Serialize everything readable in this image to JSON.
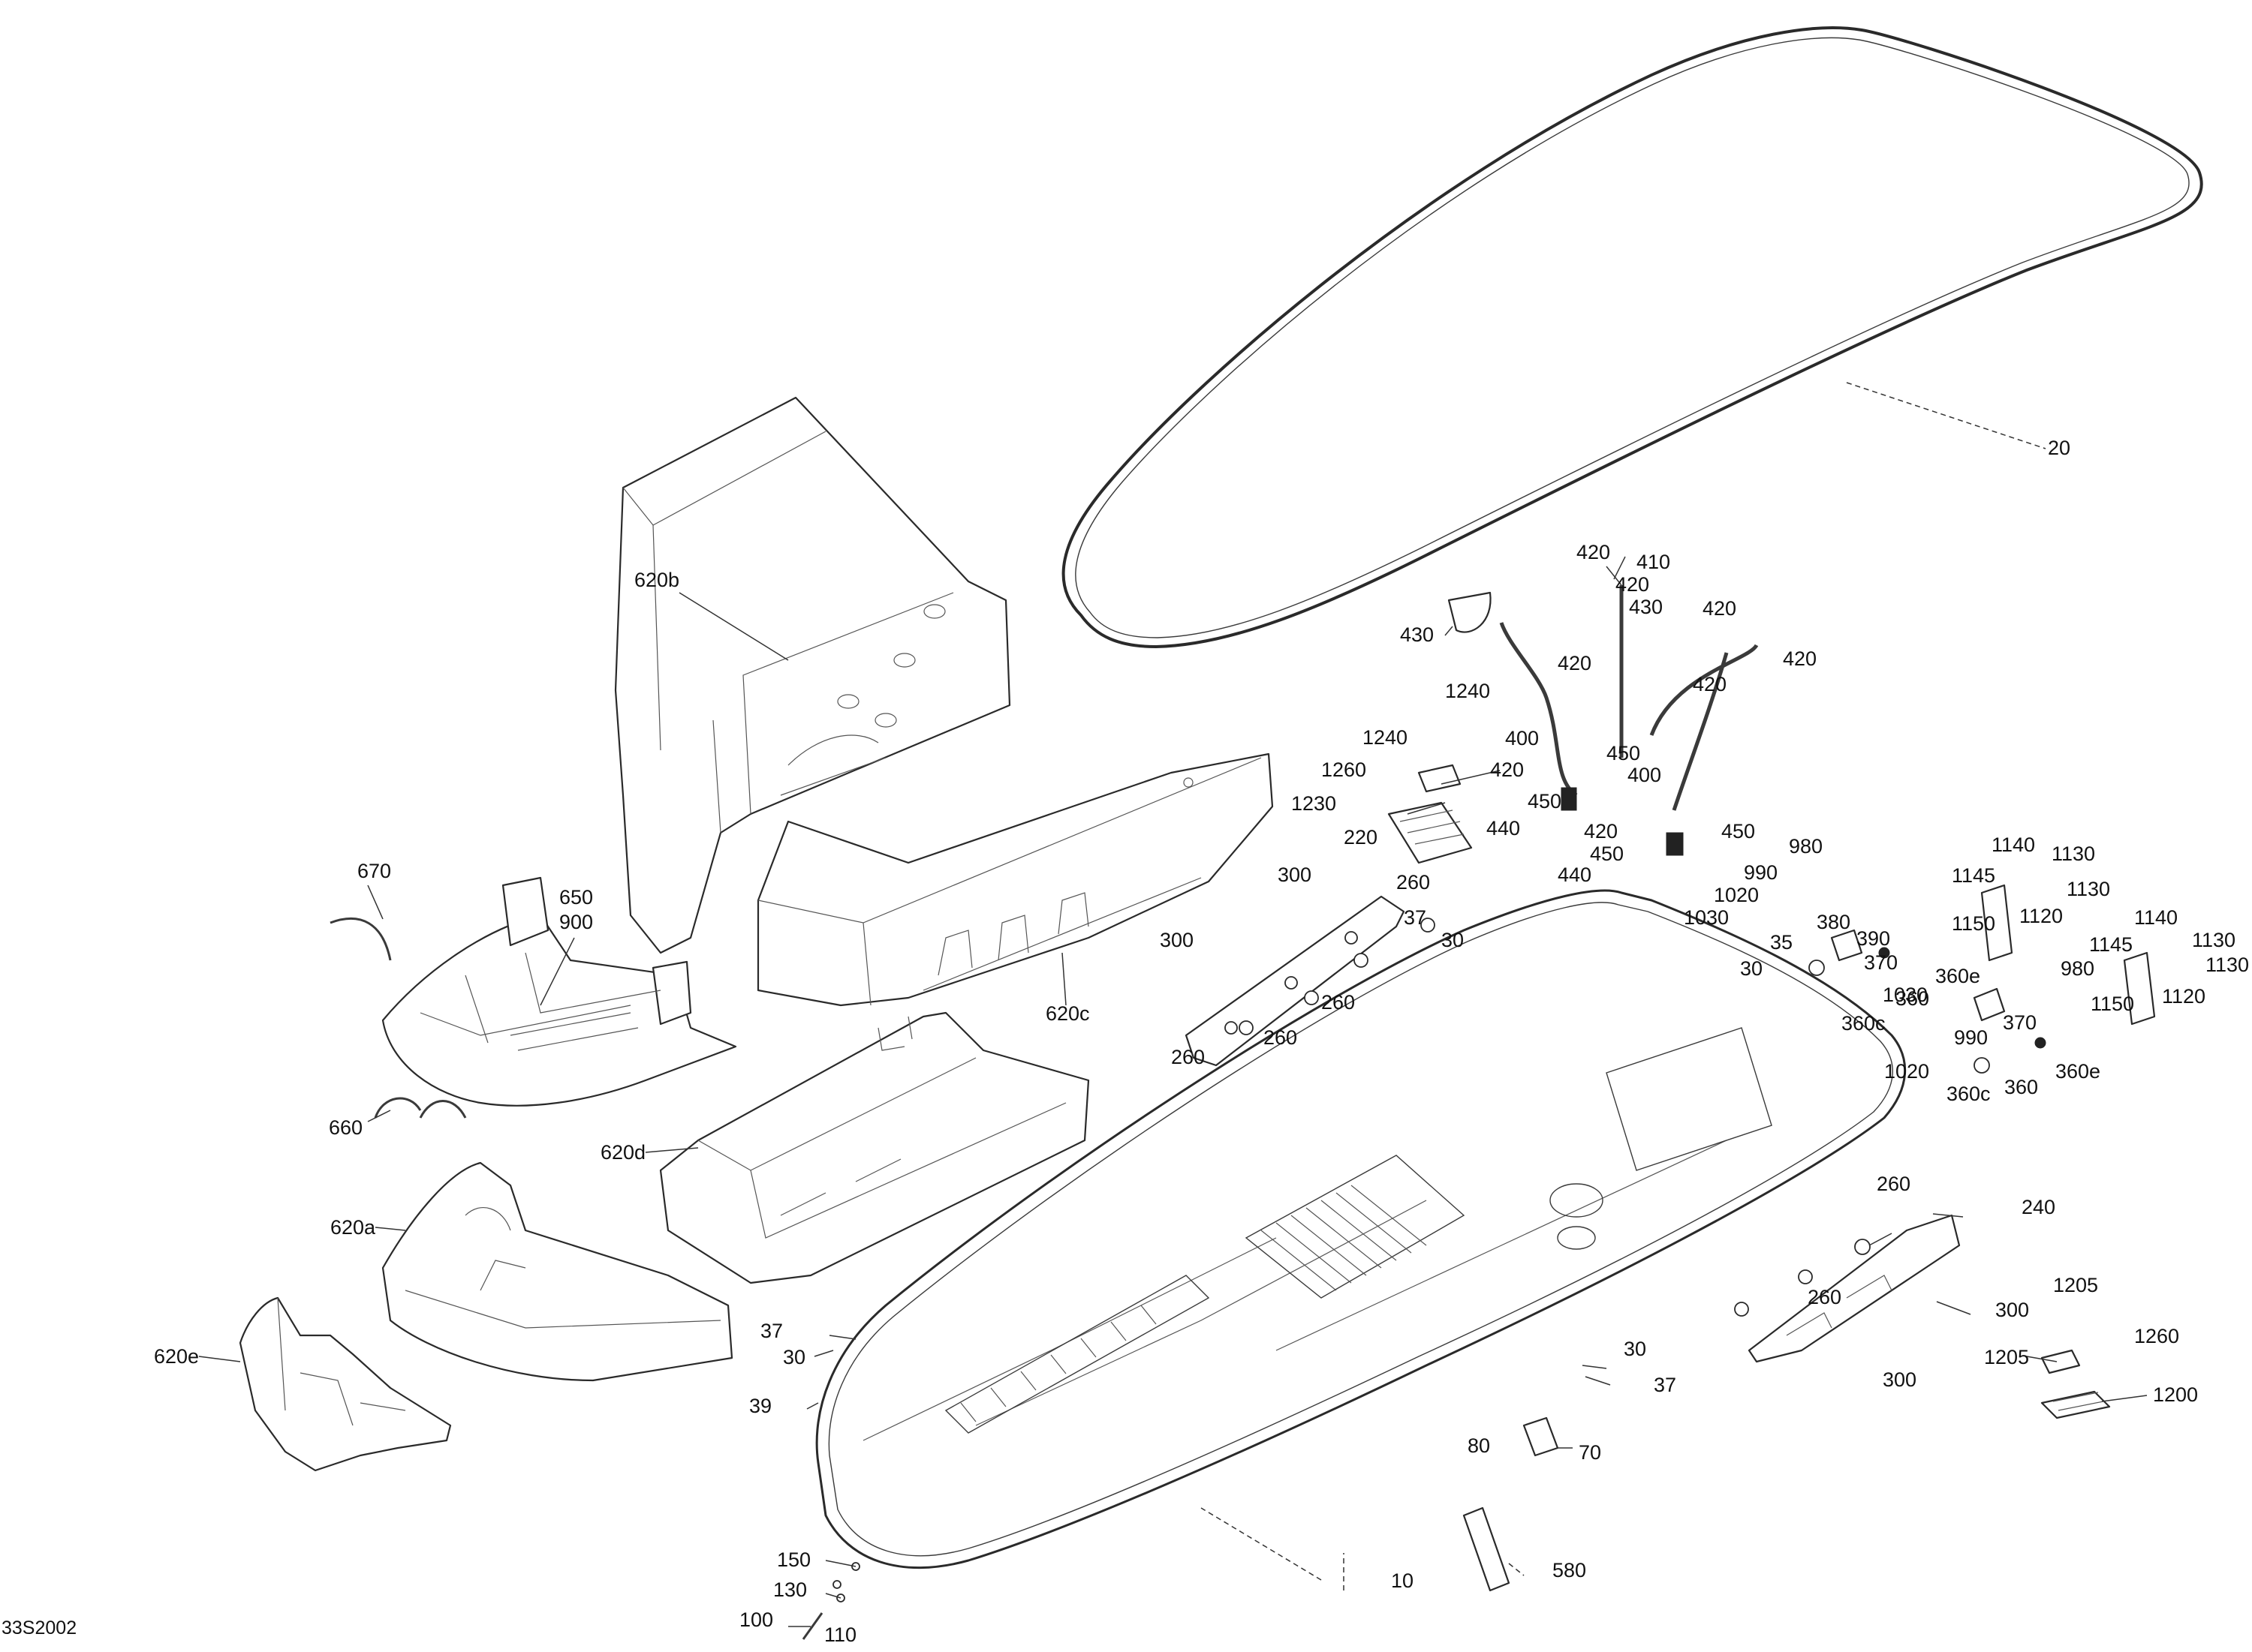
{
  "diagram_ref": "33S2002",
  "callouts": [
    {
      "label": "20"
    },
    {
      "label": "620b"
    },
    {
      "label": "670"
    },
    {
      "label": "650"
    },
    {
      "label": "900"
    },
    {
      "label": "660"
    },
    {
      "label": "620c"
    },
    {
      "label": "620d"
    },
    {
      "label": "620a"
    },
    {
      "label": "620e"
    },
    {
      "label": "420"
    },
    {
      "label": "410"
    },
    {
      "label": "420"
    },
    {
      "label": "430"
    },
    {
      "label": "430"
    },
    {
      "label": "420"
    },
    {
      "label": "420"
    },
    {
      "label": "420"
    },
    {
      "label": "420"
    },
    {
      "label": "400"
    },
    {
      "label": "450"
    },
    {
      "label": "400"
    },
    {
      "label": "1240"
    },
    {
      "label": "1240"
    },
    {
      "label": "420"
    },
    {
      "label": "1260"
    },
    {
      "label": "450"
    },
    {
      "label": "440"
    },
    {
      "label": "1230"
    },
    {
      "label": "420"
    },
    {
      "label": "450"
    },
    {
      "label": "450"
    },
    {
      "label": "440"
    },
    {
      "label": "980"
    },
    {
      "label": "990"
    },
    {
      "label": "1020"
    },
    {
      "label": "1030"
    },
    {
      "label": "380"
    },
    {
      "label": "390"
    },
    {
      "label": "35"
    },
    {
      "label": "370"
    },
    {
      "label": "30"
    },
    {
      "label": "360e"
    },
    {
      "label": "360"
    },
    {
      "label": "360c"
    },
    {
      "label": "220"
    },
    {
      "label": "300"
    },
    {
      "label": "260"
    },
    {
      "label": "37"
    },
    {
      "label": "30"
    },
    {
      "label": "300"
    },
    {
      "label": "260"
    },
    {
      "label": "260"
    },
    {
      "label": "260"
    },
    {
      "label": "1140"
    },
    {
      "label": "1130"
    },
    {
      "label": "1145"
    },
    {
      "label": "1130"
    },
    {
      "label": "1150"
    },
    {
      "label": "1120"
    },
    {
      "label": "1140"
    },
    {
      "label": "1145"
    },
    {
      "label": "1130"
    },
    {
      "label": "1130"
    },
    {
      "label": "1150"
    },
    {
      "label": "1120"
    },
    {
      "label": "980"
    },
    {
      "label": "1030"
    },
    {
      "label": "990"
    },
    {
      "label": "370"
    },
    {
      "label": "1020"
    },
    {
      "label": "360e"
    },
    {
      "label": "360c"
    },
    {
      "label": "360"
    },
    {
      "label": "260"
    },
    {
      "label": "240"
    },
    {
      "label": "260"
    },
    {
      "label": "300"
    },
    {
      "label": "1205"
    },
    {
      "label": "1205"
    },
    {
      "label": "1260"
    },
    {
      "label": "300"
    },
    {
      "label": "1200"
    },
    {
      "label": "37"
    },
    {
      "label": "30"
    },
    {
      "label": "39"
    },
    {
      "label": "30"
    },
    {
      "label": "37"
    },
    {
      "label": "80"
    },
    {
      "label": "70"
    },
    {
      "label": "10"
    },
    {
      "label": "580"
    },
    {
      "label": "150"
    },
    {
      "label": "130"
    },
    {
      "label": "100"
    },
    {
      "label": "110"
    }
  ]
}
